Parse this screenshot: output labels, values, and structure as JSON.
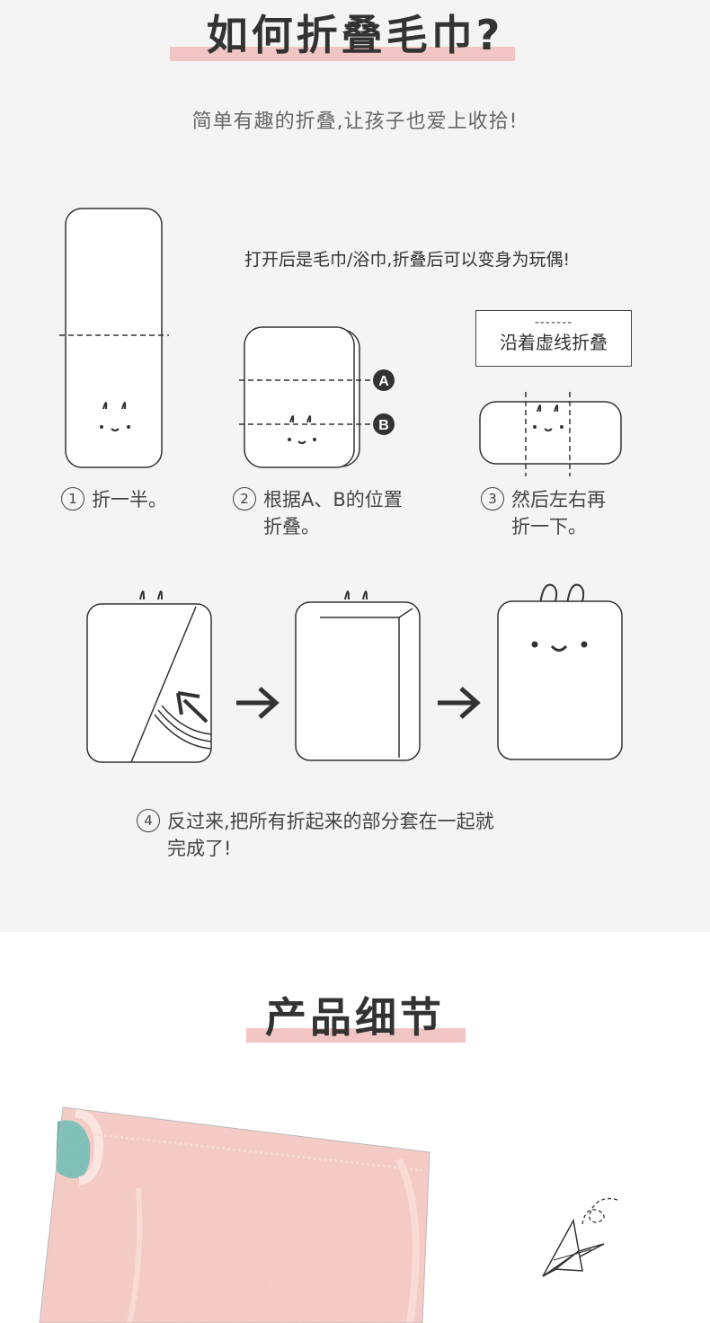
{
  "section1": {
    "title": "如何折叠毛巾?",
    "subtitle": "简单有趣的折叠,让孩子也爱上收拾!",
    "note": "打开后是毛巾/浴巾,折叠后可以变身为玩偶!",
    "fold_box": {
      "dash_line": "-------",
      "label": "沿着虚线折叠"
    },
    "marker_a": "A",
    "marker_b": "B",
    "steps": [
      {
        "num": "1",
        "line1": "折一半。",
        "line2": ""
      },
      {
        "num": "2",
        "line1": "根据A、B的位置",
        "line2": "折叠。"
      },
      {
        "num": "3",
        "line1": "然后左右再",
        "line2": "折一下。"
      },
      {
        "num": "4",
        "line1": "反过来,把所有折起来的部分套在一起就",
        "line2": "完成了!"
      }
    ]
  },
  "section2": {
    "title": "产品细节"
  },
  "colors": {
    "highlight": "#f0c5c3",
    "section_bg": "#f4f4f4",
    "towel_pink": "#f3c3bd",
    "towel_teal": "#6fb7ae",
    "line": "#333333"
  }
}
